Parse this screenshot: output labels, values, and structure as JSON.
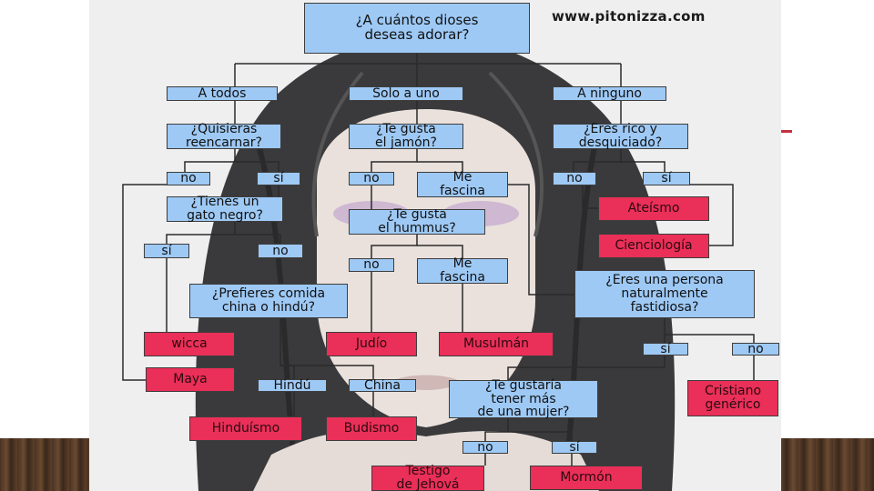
{
  "watermark": "www.pitonizza.com",
  "colors": {
    "question_box": "#9ec9f5",
    "answer_box": "#ea2f58",
    "accent": "#c3303f"
  },
  "nodes": {
    "q_dioses": "¿A cuántos dioses\ndeseas adorar?",
    "a_todos": "A todos",
    "solo_uno": "Solo a uno",
    "a_ninguno": "A ninguno",
    "q_reencarnar": "¿Quisieras\nreencarnar?",
    "q_jamon": "¿Te gusta\nel jamón?",
    "q_rico": "¿Eres rico y\ndesquiciado?",
    "no_1": "no",
    "si_1": "sí",
    "no_jamon": "no",
    "me_fascina_jamon": "Me\nfascina",
    "no_rico": "no",
    "si_rico": "sí",
    "q_gato": "¿Tienes un\ngato negro?",
    "q_hummus": "¿Te gusta\nel hummus?",
    "ateismo": "Ateísmo",
    "si_gato": "sí",
    "no_gato": "no",
    "cienciologia": "Cienciología",
    "no_hummus": "no",
    "me_fascina_hummus": "Me\nfascina",
    "q_comida": "¿Prefieres comida\nchina o hindú?",
    "q_fastidiosa": "¿Eres una persona\nnaturalmente\nfastidiosa?",
    "wicca": "wicca",
    "judio": "Judío",
    "musulman": "Musulmán",
    "si_fastidiosa": "sí",
    "no_fastidiosa": "no",
    "maya": "Maya",
    "hindu": "Hindú",
    "china": "China",
    "q_mujer": "¿Te gustaría\ntener más\nde una mujer?",
    "cristiano": "Cristiano\ngenérico",
    "hinduismo": "Hinduísmo",
    "budismo": "Budismo",
    "no_mujer": "no",
    "si_mujer": "sí",
    "testigo": "Testigo\nde Jehová",
    "mormon": "Mormón"
  }
}
